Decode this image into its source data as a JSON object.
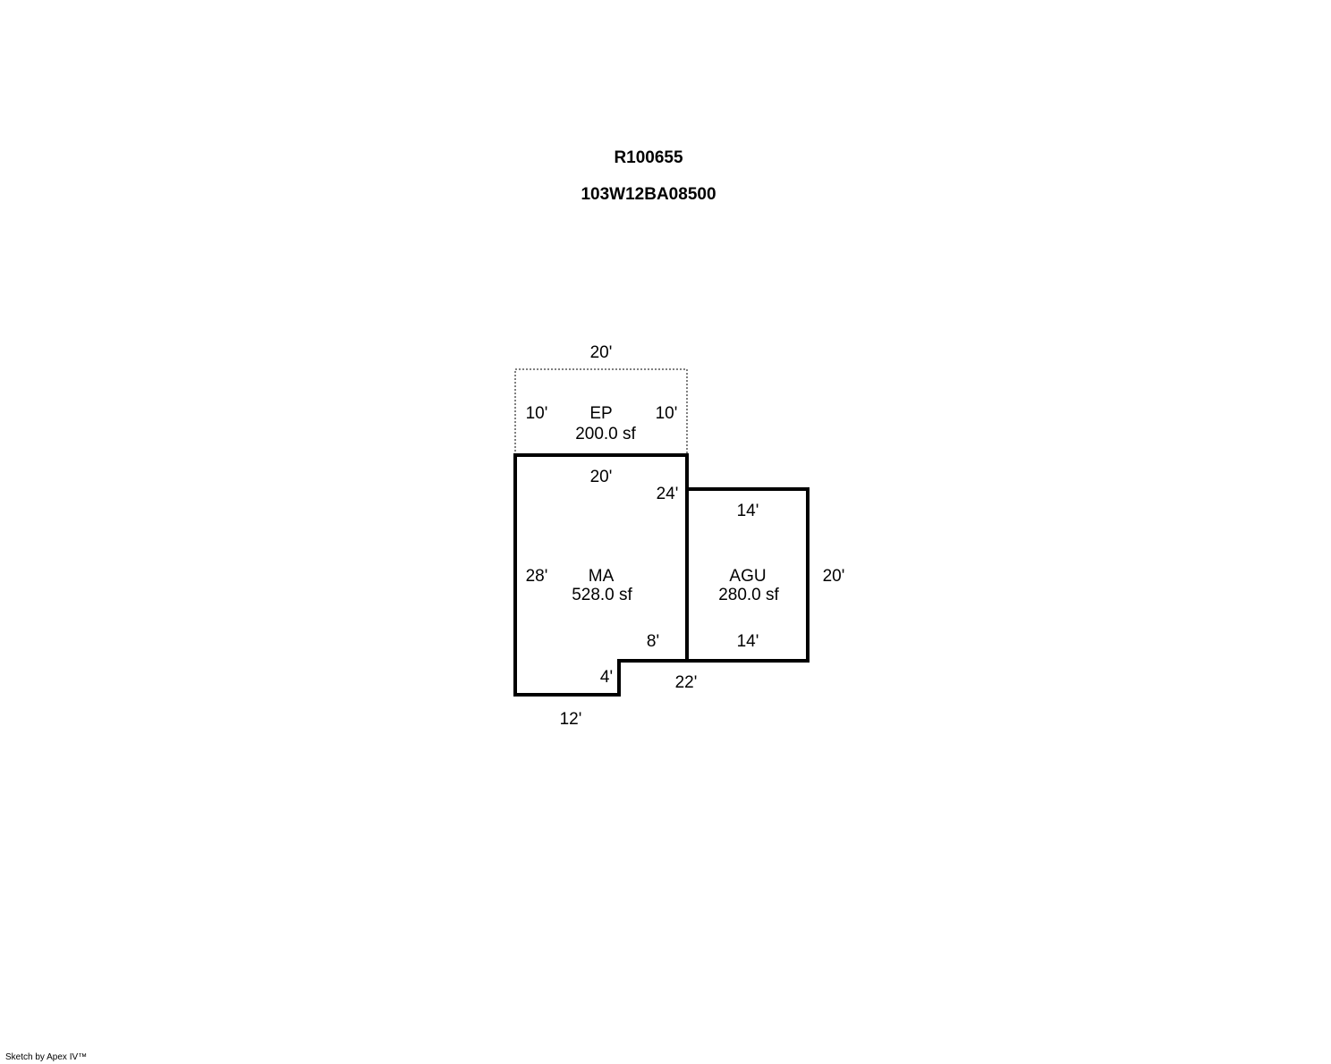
{
  "header": {
    "parcel_id": "R100655",
    "map_number": "103W12BA08500"
  },
  "areas": {
    "ep": {
      "code": "EP",
      "area": "200.0 sf"
    },
    "ma": {
      "code": "MA",
      "area": "528.0 sf"
    },
    "agu": {
      "code": "AGU",
      "area": "280.0 sf"
    }
  },
  "dimensions": {
    "ep_top": "20'",
    "ep_left": "10'",
    "ep_right": "10'",
    "ma_top": "20'",
    "ma_right": "24'",
    "ma_left": "28'",
    "ma_notch_top": "8'",
    "ma_notch_side": "4'",
    "ma_bottom": "12'",
    "shared_bottom": "22'",
    "agu_top": "14'",
    "agu_bottom": "14'",
    "agu_right": "20'"
  },
  "footer": {
    "credit": "Sketch by Apex IV™"
  }
}
